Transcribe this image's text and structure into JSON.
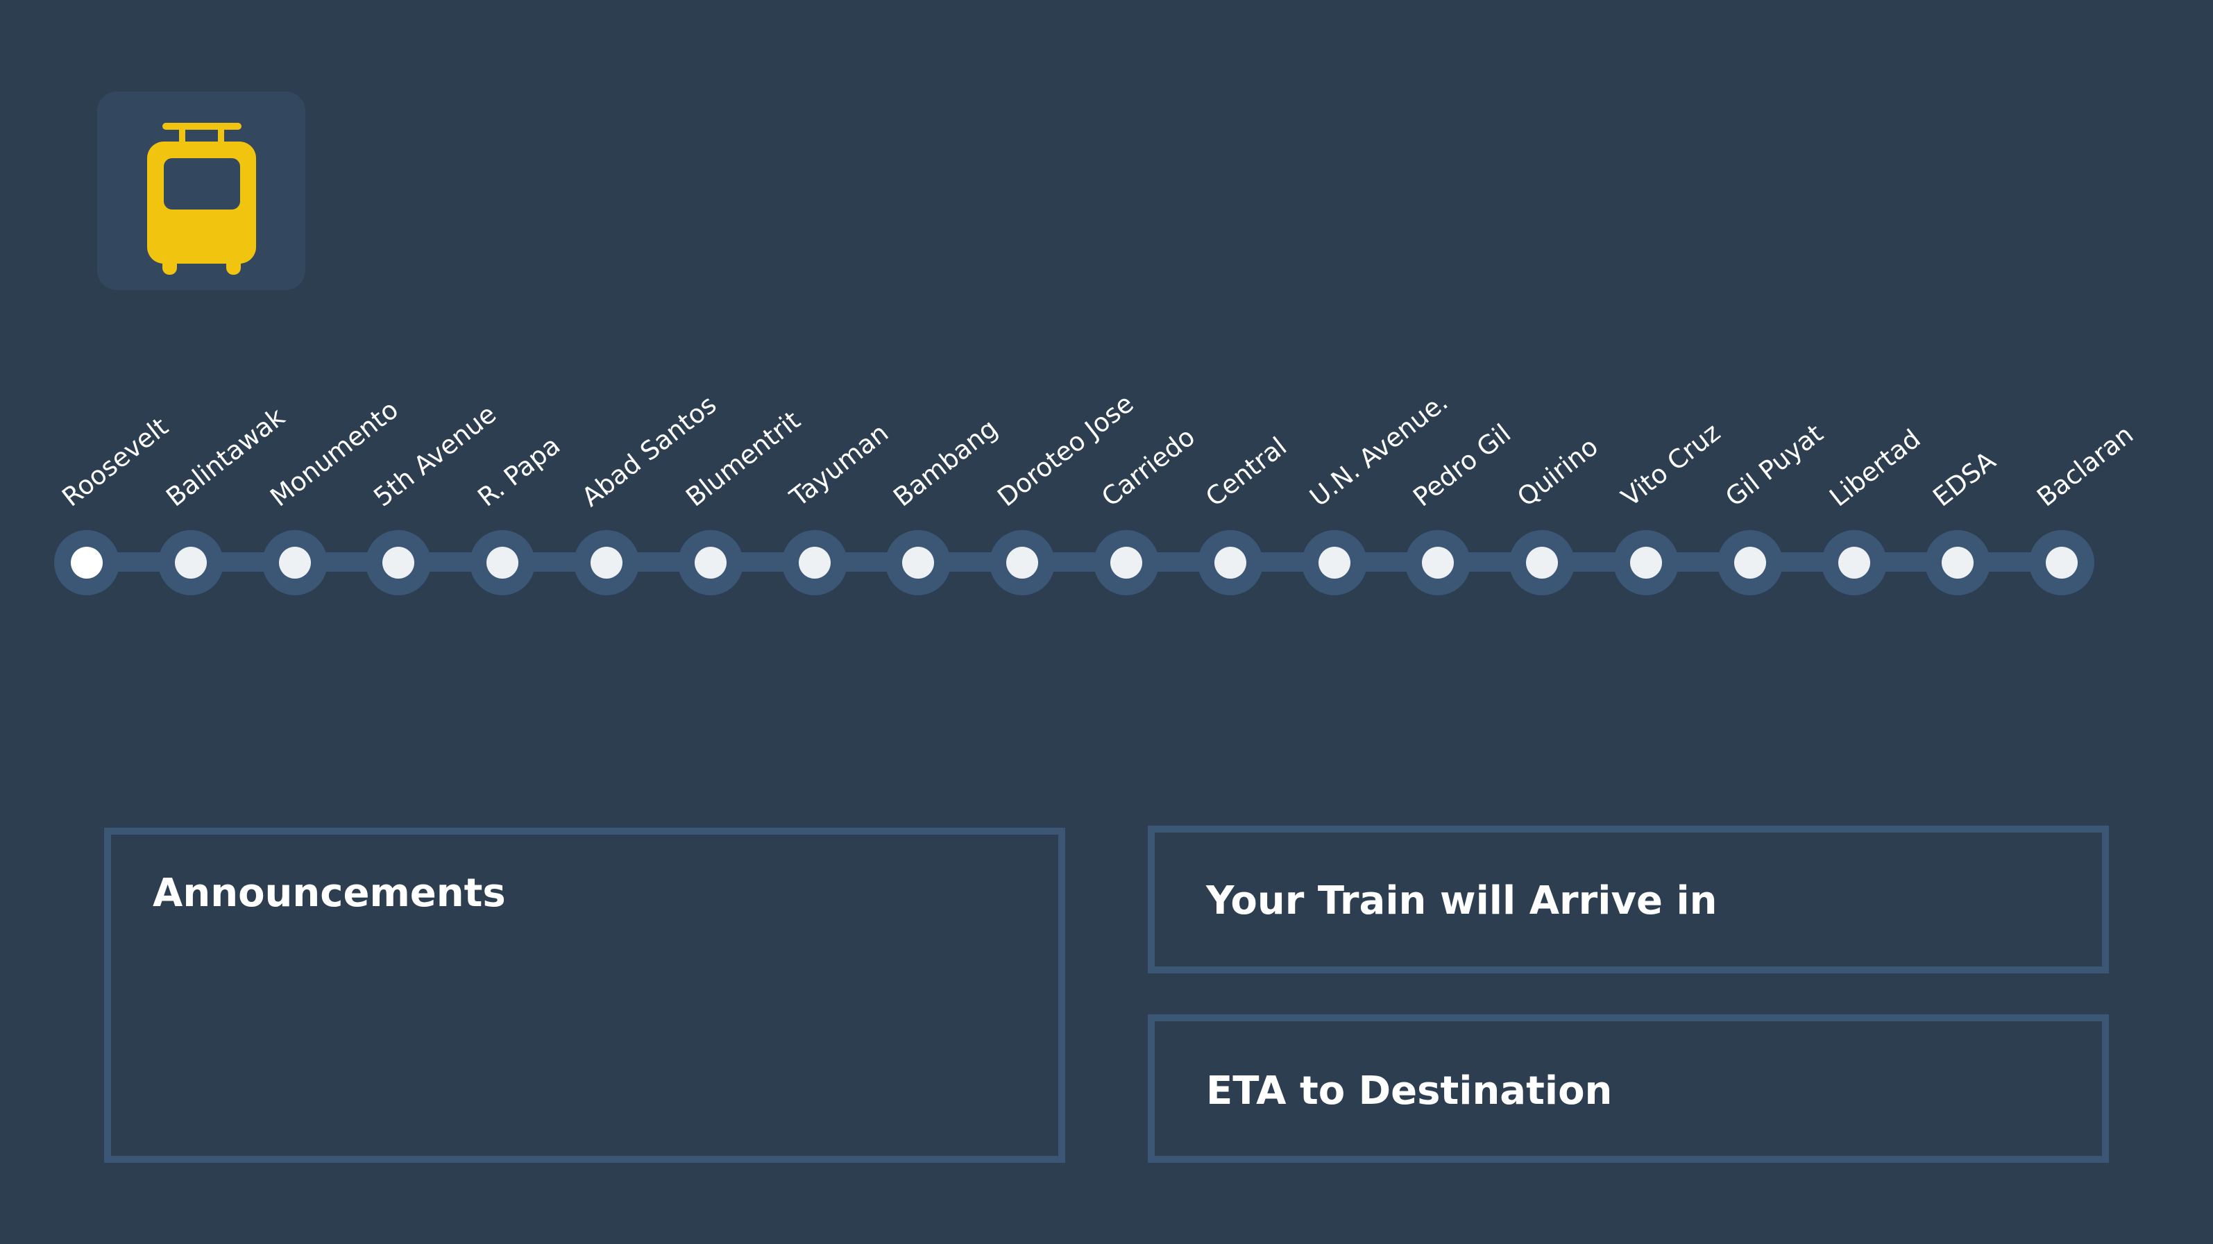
{
  "app": {
    "icon": "tram-icon",
    "icon_color": "#f1c40f",
    "background_color": "#2c3e50",
    "accent_color": "#3c5775"
  },
  "route": {
    "current_station_index": 0,
    "stations": [
      {
        "name": "Roosevelt"
      },
      {
        "name": "Balintawak"
      },
      {
        "name": "Monumento"
      },
      {
        "name": "5th Avenue"
      },
      {
        "name": "R. Papa"
      },
      {
        "name": "Abad Santos"
      },
      {
        "name": "Blumentrit"
      },
      {
        "name": "Tayuman"
      },
      {
        "name": "Bambang"
      },
      {
        "name": "Doroteo Jose"
      },
      {
        "name": "Carriedo"
      },
      {
        "name": "Central"
      },
      {
        "name": "U.N. Avenue."
      },
      {
        "name": "Pedro Gil"
      },
      {
        "name": "Quirino"
      },
      {
        "name": "Vito Cruz"
      },
      {
        "name": "Gil Puyat"
      },
      {
        "name": "Libertad"
      },
      {
        "name": "EDSA"
      },
      {
        "name": "Baclaran"
      }
    ]
  },
  "announcements": {
    "title": "Announcements",
    "body": ""
  },
  "arrival": {
    "title": "Your Train will Arrive in",
    "value": ""
  },
  "eta": {
    "title": "ETA to Destination",
    "value": ""
  }
}
